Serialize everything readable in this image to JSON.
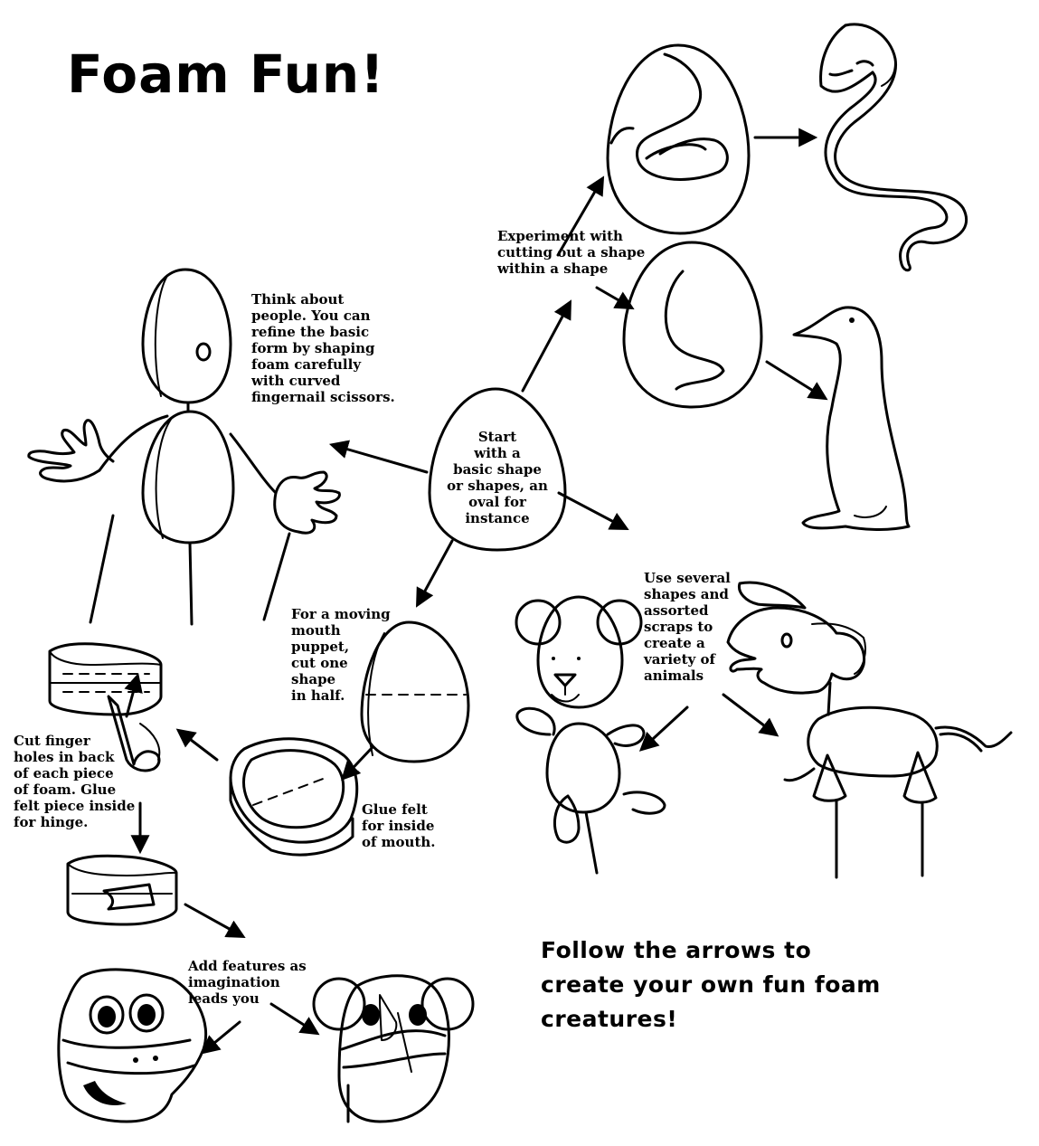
{
  "title": "Foam Fun!",
  "notes": {
    "experiment": "Experiment with\ncutting  out a shape\nwithin a shape",
    "people": "Think about\npeople.  You can\nrefine the basic\nform by shaping\nfoam carefully\nwith curved\nfingernail scissors.",
    "start": "Start\nwith a\nbasic shape\nor shapes, an\noval for\ninstance",
    "moving_mouth": "For a moving\nmouth\npuppet,\ncut one\nshape\n in half.",
    "several_shapes": "Use several\nshapes and\nassorted\nscraps to\ncreate a\nvariety of\nanimals",
    "finger_holes": "Cut finger\nholes in back\nof each piece\nof foam. Glue\nfelt piece inside\nfor hinge.",
    "glue_felt": "Glue felt\nfor inside\nof mouth.",
    "add_features": "Add features as\nimagination\nleads you"
  },
  "footer": "Follow the arrows to\ncreate your own fun foam\ncreatures!"
}
